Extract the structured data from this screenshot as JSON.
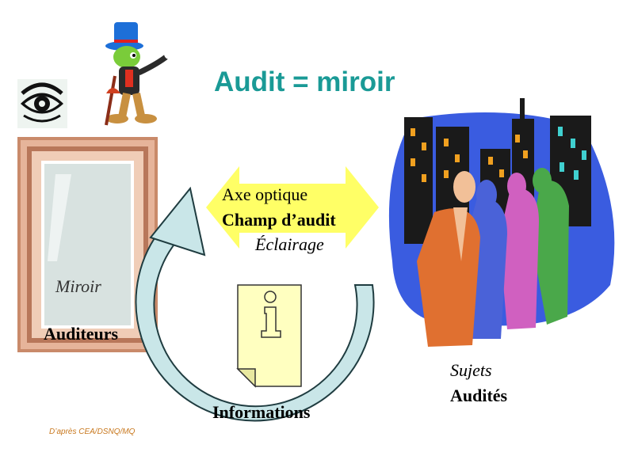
{
  "title": "Audit = miroir",
  "arrow_labels": {
    "line1": "Axe optique",
    "line2": "Champ d’audit",
    "line3": "Éclairage"
  },
  "mirror": {
    "label": "Miroir",
    "role": "Auditeurs"
  },
  "subjects": {
    "label": "Sujets",
    "role": "Audités"
  },
  "document": {
    "label": "Informations",
    "icon": "info-icon"
  },
  "credit": "D’après  CEA/DSNQ/MQ",
  "icons": [
    "eye-icon",
    "cricket-mascot-icon",
    "mirror-frame",
    "city-skyline",
    "people-group",
    "document-icon",
    "cycle-arrow"
  ],
  "colors": {
    "title": "#1a9a96",
    "arrow_yellow": "#ffff66",
    "cycle_arrow": "#c9e6e8",
    "document": "#ffffc0",
    "frame": "#c98a6a",
    "sky": "#3a5ce0",
    "credit": "#c8781e"
  }
}
